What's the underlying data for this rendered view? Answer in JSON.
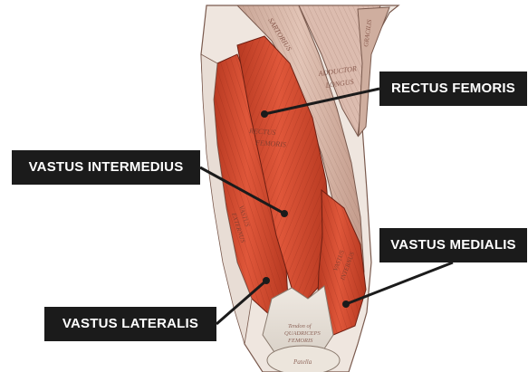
{
  "labels": {
    "rectus_femoris": "RECTUS FEMORIS",
    "vastus_intermedius": "VASTUS INTERMEDIUS",
    "vastus_medialis": "VASTUS MEDIALIS",
    "vastus_lateralis": "VASTUS LATERALIS"
  },
  "engraving": {
    "sartorius": "SARTORIUS",
    "adductor_longus_1": "ADDUCTOR",
    "adductor_longus_2": "LONGUS",
    "gracilis": "GRACILIS",
    "rectus_1": "RECTUS",
    "rectus_2": "FEMORIS",
    "vastus_ext_1": "VASTUS",
    "vastus_ext_2": "EXTERNUS",
    "vastus_int_1": "VASTUS",
    "vastus_int_2": "INTERNUS",
    "tendon_1": "Tendon of",
    "tendon_2": "QUADRICEPS",
    "tendon_3": "FEMORIS",
    "patella": "Patella"
  },
  "colors": {
    "callout_bg": "#1b1b1b",
    "callout_text": "#ffffff",
    "muscle_red": "#d8452b",
    "muscle_dark": "#a8321e",
    "muscle_pale": "#d9b3a4",
    "tendon": "#e7e1da",
    "leader_line": "#1b1b1b"
  }
}
